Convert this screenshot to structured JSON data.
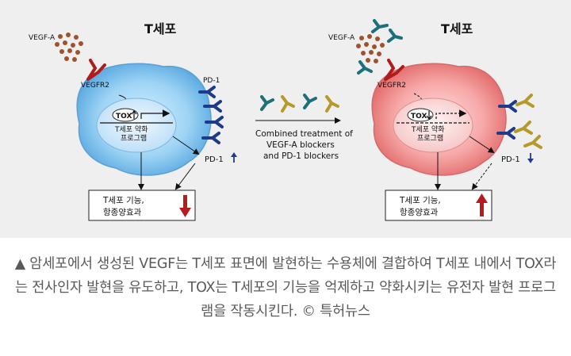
{
  "figure": {
    "left_panel": {
      "title": "T세포",
      "vegf_label": "VEGF-A",
      "receptor_label": "VEGFR2",
      "pd1_label": "PD-1",
      "tox_label": "TOX",
      "program_line1": "T세포 약화",
      "program_line2": "프로그램",
      "pd1_level_label": "PD-1",
      "function_line1": "T세포 기능,",
      "function_line2": "항종양효과"
    },
    "middle": {
      "treatment_line1": "Combined treatment of",
      "treatment_line2": "VEGF-A blockers",
      "treatment_line3": "and PD-1 blockers"
    },
    "right_panel": {
      "title": "T세포",
      "vegf_label": "VEGF-A",
      "receptor_label": "VEGFR2",
      "tox_label": "TOX",
      "program_line1": "T세포 약화",
      "program_line2": "프로그램",
      "pd1_level_label": "PD-1",
      "function_line1": "T세포 기능,",
      "function_line2": "항종양효과"
    },
    "colors": {
      "left_cell": "#8ccbf2",
      "right_cell": "#f39a9a",
      "vegf_particle": "#a0522d",
      "receptor": "#b01c1c",
      "pd1": "#1e3a8a",
      "down_arrow": "#b71c1c",
      "up_arrow": "#b71c1c"
    }
  },
  "caption": {
    "text": "▲ 암세포에서 생성된 VEGF는 T세포 표면에 발현하는 수용체에 결합하여 T세포 내에서 TOX라는 전사인자 발현을 유도하고, TOX는 T세포의 기능을 억제하고 약화시키는 유전자 발현 프로그램을 작동시킨다. © 특허뉴스"
  }
}
